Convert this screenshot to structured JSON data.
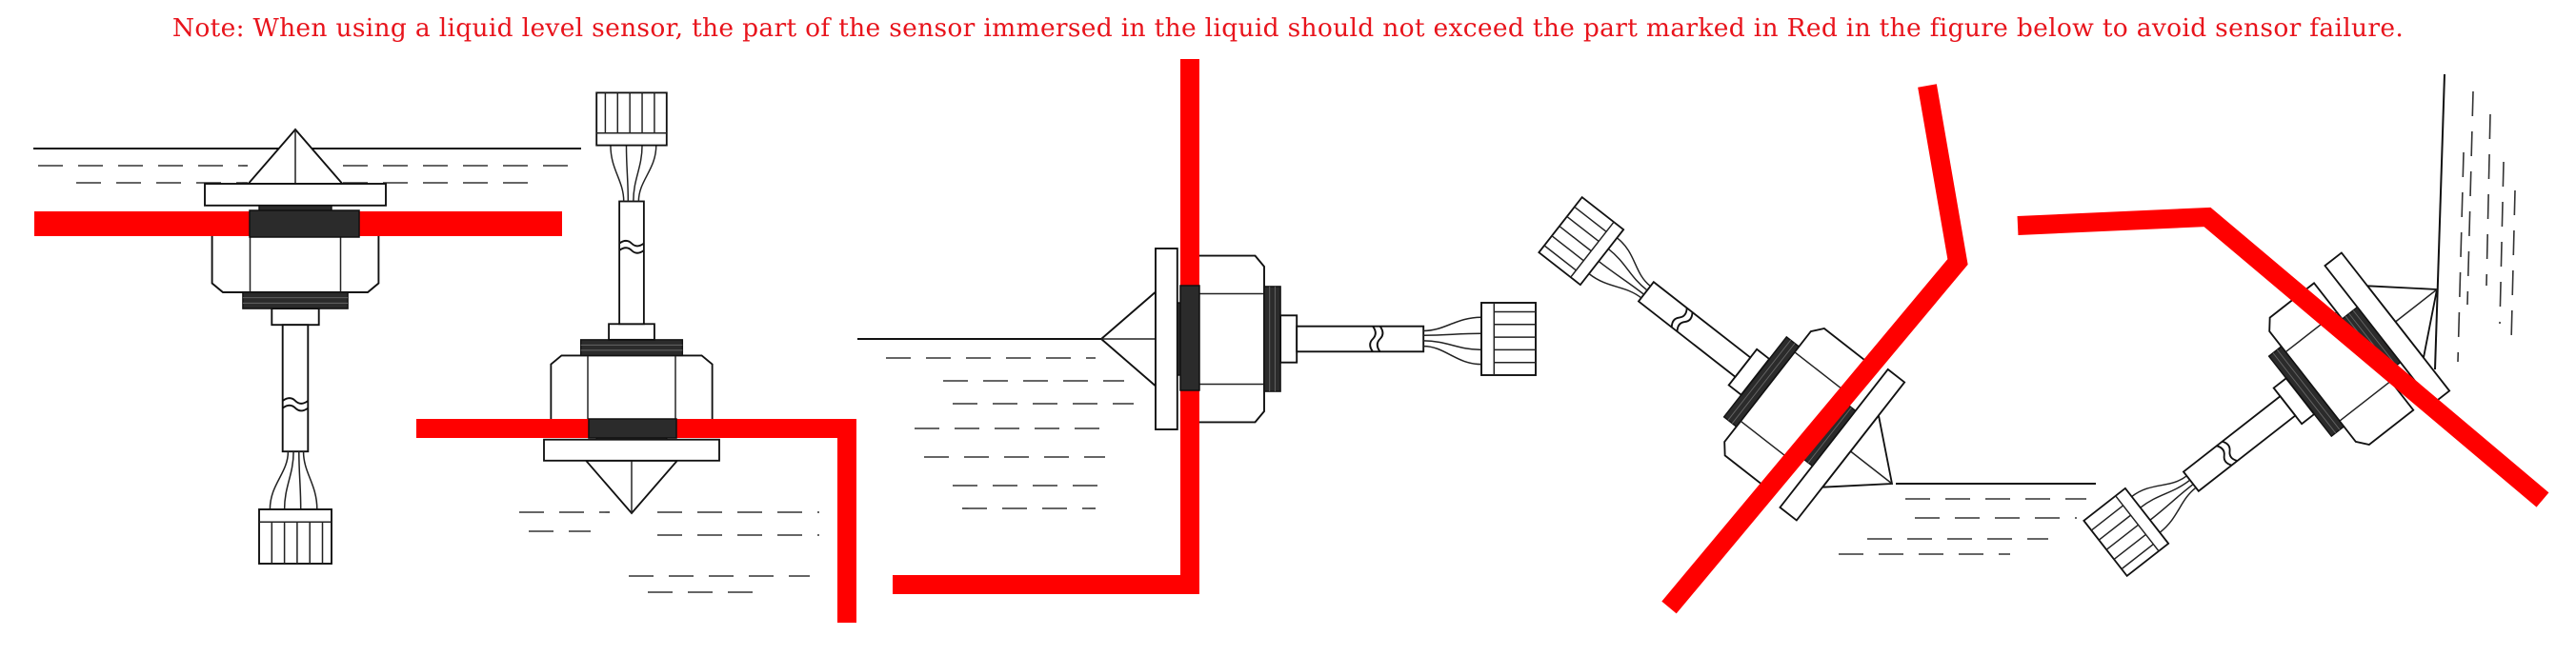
{
  "note": "Note: When using a liquid level sensor, the part of the sensor immersed in the liquid should not exceed the part marked in Red in the figure below to avoid sensor failure.",
  "colors": {
    "warning": "#ff0000",
    "line": "#111111"
  },
  "icons": [
    "liquid-level-sensor-icon",
    "connector-plug-icon",
    "liquid-surface-icon"
  ],
  "figures": [
    {
      "id": "sensor-1",
      "orientation": "vertical, cone up, mounted from below"
    },
    {
      "id": "sensor-2",
      "orientation": "vertical, cone down, mounted from above"
    },
    {
      "id": "sensor-3",
      "orientation": "horizontal, cone pointing left, side wall"
    },
    {
      "id": "sensor-4",
      "orientation": "tilted, cone pointing down-right"
    },
    {
      "id": "sensor-5",
      "orientation": "tilted, cone pointing up-right"
    }
  ]
}
